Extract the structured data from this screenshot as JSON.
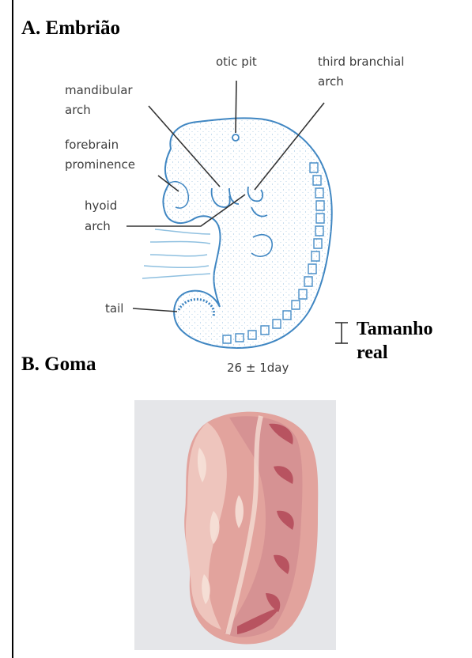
{
  "headings": {
    "a": "A. Embrião",
    "b": "B. Goma"
  },
  "embryo": {
    "labels": {
      "otic_pit": "otic pit",
      "third_branchial_1": "third branchial",
      "third_branchial_2": "arch",
      "mandibular_1": "mandibular",
      "mandibular_2": "arch",
      "forebrain_1": "forebrain",
      "forebrain_2": "prominence",
      "hyoid_1": "hyoid",
      "hyoid_2": "arch",
      "tail": "tail",
      "age": "26 ± 1day"
    },
    "scale": {
      "line1": "Tamanho",
      "line2": "real"
    }
  },
  "colors": {
    "outline": "#3f86c2",
    "stipple": "#5a9bd0",
    "leader": "#333333",
    "gum_pink": "#e2a39d",
    "gum_dark": "#b85360",
    "gum_light": "#f3d6c8"
  }
}
